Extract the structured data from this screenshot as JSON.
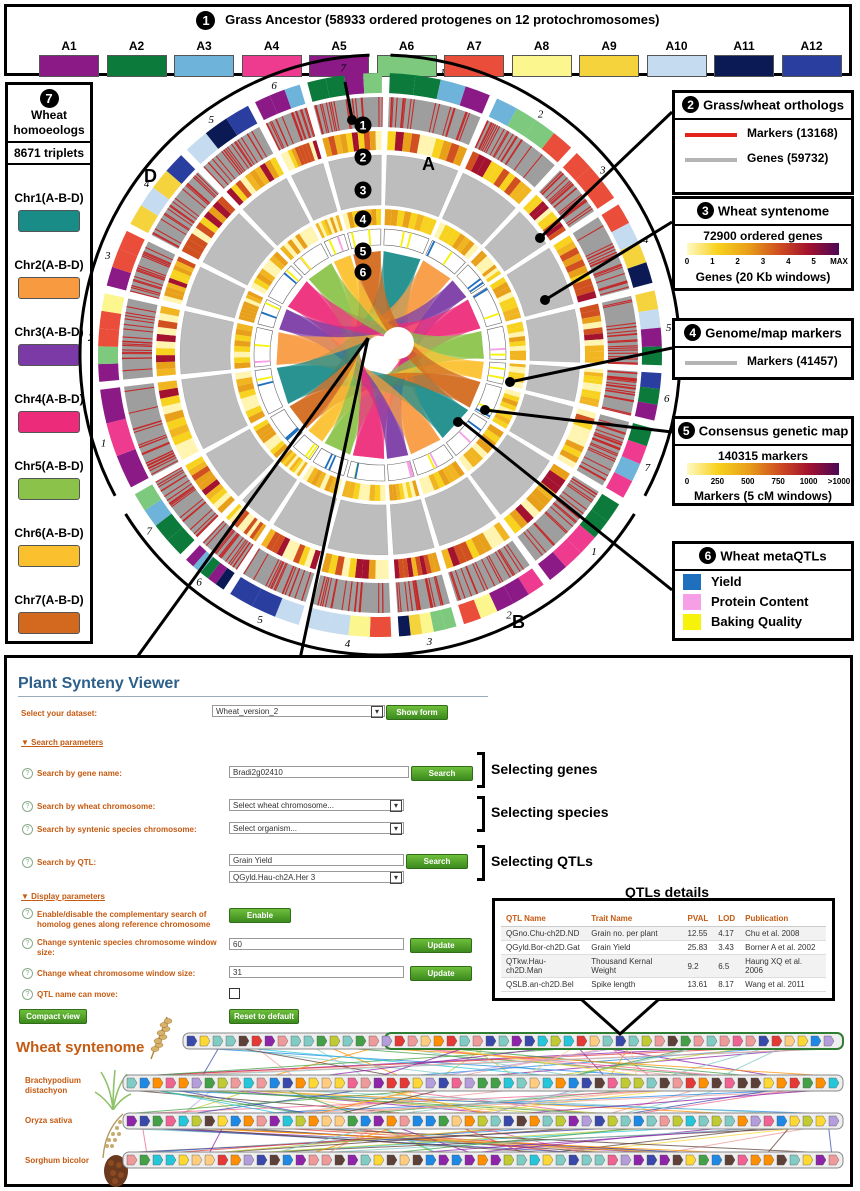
{
  "ancestor": {
    "num": "1",
    "title": "Grass Ancestor (58933 ordered protogenes on 12 protochromosomes)",
    "chromosomes": [
      {
        "label": "A1",
        "color": "#8b1a87"
      },
      {
        "label": "A2",
        "color": "#0b7a3a"
      },
      {
        "label": "A3",
        "color": "#6db3da"
      },
      {
        "label": "A4",
        "color": "#ee3b8f"
      },
      {
        "label": "A5",
        "color": "#8b1a87"
      },
      {
        "label": "A6",
        "color": "#7dc97e"
      },
      {
        "label": "A7",
        "color": "#ea4d3a"
      },
      {
        "label": "A8",
        "color": "#fbf68e"
      },
      {
        "label": "A9",
        "color": "#f5d33d"
      },
      {
        "label": "A10",
        "color": "#c5dbef"
      },
      {
        "label": "A11",
        "color": "#0b1a55"
      },
      {
        "label": "A12",
        "color": "#2a3ea0"
      }
    ]
  },
  "homoeologs": {
    "num": "7",
    "title_line1": "Wheat",
    "title_line2": "homoeologs",
    "triplets": "8671 triplets",
    "chromosomes": [
      {
        "label": "Chr1(A-B-D)",
        "color": "#1a8c88"
      },
      {
        "label": "Chr2(A-B-D)",
        "color": "#f79a40"
      },
      {
        "label": "Chr3(A-B-D)",
        "color": "#7b3aa6"
      },
      {
        "label": "Chr4(A-B-D)",
        "color": "#ec2b7a"
      },
      {
        "label": "Chr5(A-B-D)",
        "color": "#8bc34a"
      },
      {
        "label": "Chr6(A-B-D)",
        "color": "#fbc02d"
      },
      {
        "label": "Chr7(A-B-D)",
        "color": "#d2691e"
      }
    ]
  },
  "circos": {
    "genome_a": "A",
    "genome_b": "B",
    "genome_d": "D",
    "chr_numbers": [
      "1",
      "2",
      "3",
      "4",
      "5",
      "6",
      "7"
    ],
    "track_nums": [
      "1",
      "2",
      "3",
      "4",
      "5",
      "6"
    ]
  },
  "legends": {
    "orthologs": {
      "num": "2",
      "title": "Grass/wheat orthologs",
      "markers": "Markers (13168)",
      "genes": "Genes (59732)",
      "marker_color": "#e3231c",
      "gene_color": "#b4b4b4"
    },
    "syntenome": {
      "num": "3",
      "title": "Wheat syntenome",
      "sub": "72900 ordered genes",
      "ticks": [
        "0",
        "1",
        "2",
        "3",
        "4",
        "5",
        "MAX"
      ],
      "caption": "Genes (20 Kb windows)"
    },
    "genome_map": {
      "num": "4",
      "title": "Genome/map markers",
      "markers": "Markers (41457)"
    },
    "consensus": {
      "num": "5",
      "title": "Consensus genetic map",
      "sub": "140315 markers",
      "ticks": [
        "0",
        "250",
        "500",
        "750",
        "1000",
        ">1000"
      ],
      "caption": "Markers (5 cM windows)"
    },
    "metaqtls": {
      "num": "6",
      "title": "Wheat metaQTLs",
      "items": [
        {
          "label": "Yield",
          "color": "#1f6fbf"
        },
        {
          "label": "Protein Content",
          "color": "#f79fe6"
        },
        {
          "label": "Baking Quality",
          "color": "#f7f20a"
        }
      ]
    }
  },
  "viewer": {
    "title": "Plant Synteny Viewer",
    "dataset_label": "Select your dataset:",
    "dataset_value": "Wheat_version_2",
    "show_form": "Show form",
    "search_parameters": "Search parameters",
    "gene_label": "Search by gene name:",
    "gene_value": "Bradi2g02410",
    "search": "Search",
    "wheat_chr_label": "Search by wheat chromosome:",
    "wheat_chr_value": "Select wheat chromosome...",
    "syntenic_label": "Search by syntenic species chromosome:",
    "syntenic_value": "Select organism...",
    "qtl_label": "Search by QTL:",
    "qtl_value": "Grain Yield",
    "qtl_select": "QGyld.Hau-ch2A.Her 3",
    "display_parameters": "Display parameters",
    "enable_label_1": "Enable/disable the complementary search of",
    "enable_label_2": "homolog genes along reference chromosome",
    "enable": "Enable",
    "window_label_1": "Change syntenic species chromosome window",
    "window_label_2": "size:",
    "window_value": "60",
    "update": "Update",
    "wheat_window_label": "Change wheat chromosome window size:",
    "wheat_window_value": "31",
    "qtl_move_label": "QTL name can move:",
    "compact_view": "Compact view",
    "reset": "Reset to default",
    "sel_genes": "Selecting genes",
    "sel_species": "Selecting species",
    "sel_qtls": "Selecting QTLs",
    "qtl_details": "QTLs details",
    "wheat_syntenome": "Wheat syntenome",
    "species": [
      {
        "line1": "Brachypodium",
        "line2": "distachyon"
      },
      {
        "line1": "Oryza sativa",
        "line2": ""
      },
      {
        "line1": "Sorghum bicolor",
        "line2": ""
      }
    ]
  },
  "qtl_table": {
    "headers": [
      "QTL Name",
      "Trait Name",
      "PVAL",
      "LOD",
      "Publication"
    ],
    "rows": [
      [
        "QGno.Chu-ch2D.ND",
        "Grain no. per plant",
        "12.55",
        "4.17",
        "Chu et al. 2008"
      ],
      [
        "QGyld.Bor-ch2D.Gat",
        "Grain Yield",
        "25.83",
        "3.43",
        "Borner A et al. 2002"
      ],
      [
        "QTkw.Hau-ch2D.Man",
        "Thousand Kernal Weight",
        "9.2",
        "6.5",
        "Haung XQ et al. 2006"
      ],
      [
        "QSLB.an-ch2D.Bel",
        "Spike length",
        "13.61",
        "8.17",
        "Wang et al. 2011"
      ]
    ]
  }
}
